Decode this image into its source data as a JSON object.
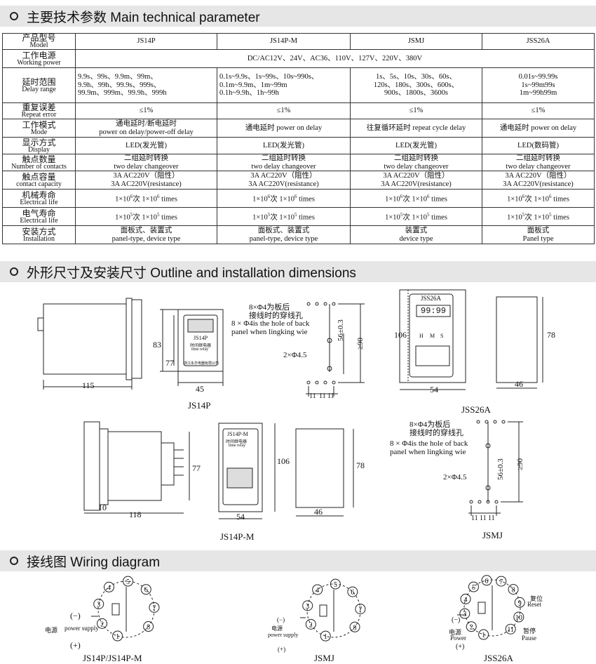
{
  "section1": {
    "title": "主要技术参数 Main technical parameter"
  },
  "section2": {
    "title": "外形尺寸及安装尺寸 Outline and installation dimensions"
  },
  "section3": {
    "title": "接线图 Wiring diagram"
  },
  "table": {
    "rows": [
      {
        "zh": "产品型号",
        "en": "Model",
        "cells": [
          "JS14P",
          "JS14P-M",
          "JSMJ",
          "JSS26A"
        ]
      },
      {
        "zh": "工作电源",
        "en": "Working power",
        "cells": [
          "DC/AC12V、24V、AC36、110V、127V、220V、380V"
        ]
      },
      {
        "zh": "延时范围",
        "en": "Delay range",
        "cells": [
          [
            "9.9s、99s、9.9m、99m、",
            "9.9h、99h、99.9s、999s、",
            "99.9m、999m、99.9h、999h"
          ],
          [
            "0.1s~9.9s、1s~99s、10s~990s、",
            "0.1m~9.9m、1m~99m",
            "0.1h~9.9h、1h~99h"
          ],
          [
            "1s、5s、10s、30s、60s、",
            "120s、180s、300s、600s、",
            "900s、1800s、3600s"
          ],
          [
            "0.01s~99.99s",
            "1s~99m99s",
            "1m~99h99m"
          ]
        ]
      },
      {
        "zh": "重复误差",
        "en": "Repeat error",
        "cells": [
          "≤1%",
          "≤1%",
          "≤1%",
          "≤1%"
        ]
      },
      {
        "zh": "工作模式",
        "en": "Mode",
        "cells": [
          [
            "通电延时/断电延时",
            "power on delay/power-off delay"
          ],
          [
            "通电延时  power on delay"
          ],
          [
            "往复循环延时  repeat cycle delay"
          ],
          [
            "通电延时  power on delay"
          ]
        ]
      },
      {
        "zh": "显示方式",
        "en": "Display",
        "cells": [
          "LED(发光管)",
          "LED(发光管)",
          "LED(发光管)",
          "LED(数码管)"
        ]
      },
      {
        "zh": "触点数量",
        "en": "Number of contacts",
        "cells": [
          [
            "二组延时转换",
            "two delay changeover"
          ],
          [
            "二组延时转换",
            "two delay changeover"
          ],
          [
            "二组延时转换",
            "two delay changeover"
          ],
          [
            "二组延时转换",
            "two delay changeover"
          ]
        ]
      },
      {
        "zh": "触点容量",
        "en": "contact capacity",
        "cells": [
          [
            "3A  AC220V（阻性）",
            "3A  AC220V(resistance)"
          ],
          [
            "3A  AC220V（阻性）",
            "3A  AC220V(resistance)"
          ],
          [
            "3A  AC220V（阻性）",
            "3A  AC220V(resistance)"
          ],
          [
            "3A  AC220V（阻性）",
            "3A  AC220V(resistance)"
          ]
        ]
      },
      {
        "zh": "机械寿命",
        "en": "Electrical life",
        "life": {
          "base": "1×10",
          "exp": "6",
          "zh": "次",
          "en": " times"
        }
      },
      {
        "zh": "电气寿命",
        "en": "Electrical life",
        "life": {
          "base": "1×10",
          "exp": "5",
          "zh": "次",
          "en": " times"
        }
      },
      {
        "zh": "安装方式",
        "en": "Installation",
        "cells": [
          [
            "面板式、装置式",
            "panel-type, device type"
          ],
          [
            "面板式、装置式",
            "panel-type, device type"
          ],
          [
            "装置式",
            "device type"
          ],
          [
            "面板式",
            "Panel type"
          ]
        ]
      }
    ]
  },
  "dims": {
    "js14p": {
      "caption": "JS14P",
      "d115": "115",
      "d83": "83",
      "d77": "77",
      "d45": "45",
      "face_label": "JS14P",
      "face_zh": "时间继电器",
      "face_en": "time relay",
      "maker": "浙江永华电器有限公司"
    },
    "js14pm": {
      "caption": "JS14P-M",
      "d10": "10",
      "d118": "118",
      "d77": "77",
      "d106": "106",
      "d54": "54",
      "d78": "78",
      "d46": "46",
      "face_label": "JS14P-M",
      "face_zh": "时间继电器",
      "face_en": "time relay"
    },
    "jss26a": {
      "caption": "JSS26A",
      "label": "JSS26A",
      "display": "99:99",
      "d106": "106",
      "d54": "54",
      "d78": "78",
      "d46": "46",
      "keys": [
        "H",
        "M",
        "S"
      ]
    },
    "holes": {
      "zh": "8×Φ4为板后",
      "zh2": "接线时的穿线孔",
      "en1": "8 × Φ4is the hole of back",
      "en2": "panel when lingking wie",
      "two": "2×Φ4.5",
      "d56": "56±0.3",
      "d90": "≥90",
      "d11": "11",
      "caption_jsmj": "JSMJ"
    }
  },
  "wiring": {
    "js14p": {
      "caption": "JS14P/JS14P-M",
      "minus": "(−)",
      "plus": "(+)",
      "supply_zh": "电源",
      "supply_en": "power supply",
      "pins": [
        "1",
        "2",
        "3",
        "4",
        "5",
        "6",
        "7",
        "8"
      ]
    },
    "jsmj": {
      "caption": "JSMJ",
      "minus": "(−)",
      "plus": "(+)",
      "supply_zh": "电源",
      "supply_en": "power supply",
      "pins": [
        "1",
        "2",
        "3",
        "4",
        "5",
        "6",
        "7",
        "8"
      ]
    },
    "jss26a": {
      "caption": "JSS26A",
      "minus": "(−)",
      "plus": "(+)",
      "supply_zh": "电源",
      "supply_en": "Power",
      "reset_zh": "复位",
      "reset_en": "Reset",
      "pause_zh": "暂停",
      "pause_en": "Pause",
      "pins": [
        "1",
        "2",
        "3",
        "4",
        "5",
        "6",
        "7",
        "8",
        "9",
        "10",
        "11"
      ]
    }
  }
}
